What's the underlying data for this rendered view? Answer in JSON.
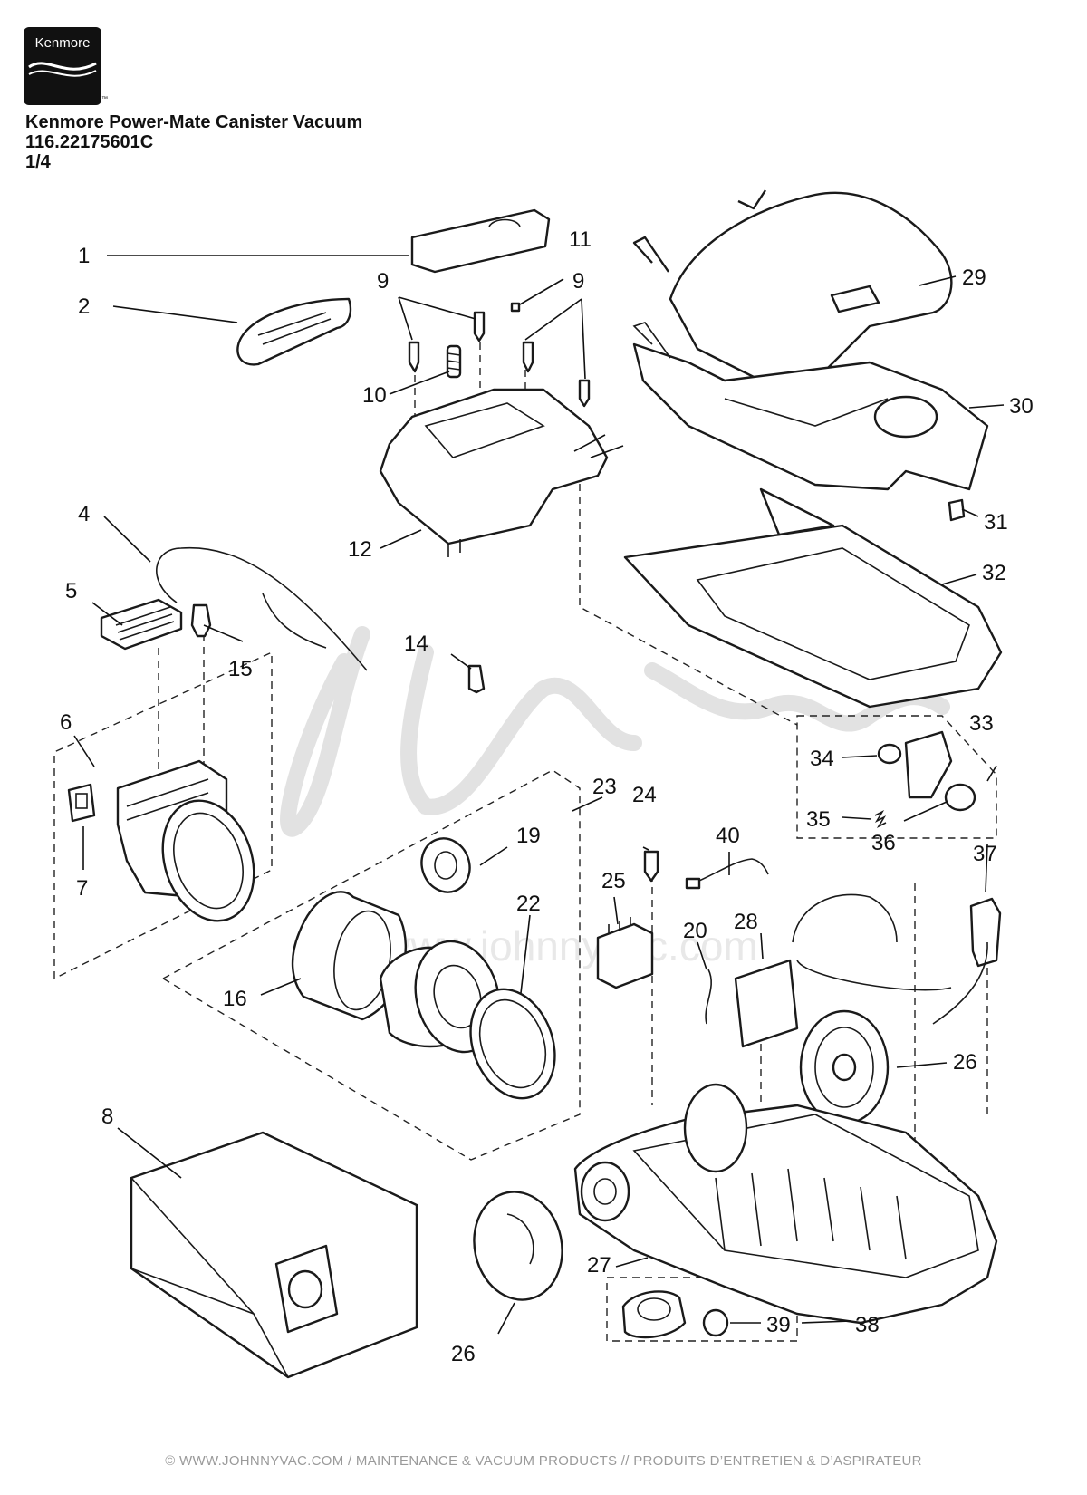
{
  "brand": {
    "logo_text": "Kenmore",
    "tm": "™"
  },
  "header": {
    "title": "Kenmore Power-Mate Canister Vacuum",
    "model": "116.22175601C",
    "page": "1/4"
  },
  "watermark": "www.johnnyvac.com",
  "callouts": [
    {
      "id": "1",
      "label": "1"
    },
    {
      "id": "2",
      "label": "2"
    },
    {
      "id": "4",
      "label": "4"
    },
    {
      "id": "5",
      "label": "5"
    },
    {
      "id": "6",
      "label": "6"
    },
    {
      "id": "7",
      "label": "7"
    },
    {
      "id": "8",
      "label": "8"
    },
    {
      "id": "9a",
      "label": "9"
    },
    {
      "id": "9b",
      "label": "9"
    },
    {
      "id": "10",
      "label": "10"
    },
    {
      "id": "11",
      "label": "11"
    },
    {
      "id": "12",
      "label": "12"
    },
    {
      "id": "14",
      "label": "14"
    },
    {
      "id": "15",
      "label": "15"
    },
    {
      "id": "16",
      "label": "16"
    },
    {
      "id": "19",
      "label": "19"
    },
    {
      "id": "20",
      "label": "20"
    },
    {
      "id": "22",
      "label": "22"
    },
    {
      "id": "23",
      "label": "23"
    },
    {
      "id": "24",
      "label": "24"
    },
    {
      "id": "25",
      "label": "25"
    },
    {
      "id": "26a",
      "label": "26"
    },
    {
      "id": "26b",
      "label": "26"
    },
    {
      "id": "27",
      "label": "27"
    },
    {
      "id": "28",
      "label": "28"
    },
    {
      "id": "29",
      "label": "29"
    },
    {
      "id": "30",
      "label": "30"
    },
    {
      "id": "31",
      "label": "31"
    },
    {
      "id": "32",
      "label": "32"
    },
    {
      "id": "33",
      "label": "33"
    },
    {
      "id": "34",
      "label": "34"
    },
    {
      "id": "35",
      "label": "35"
    },
    {
      "id": "36",
      "label": "36"
    },
    {
      "id": "37",
      "label": "37"
    },
    {
      "id": "38",
      "label": "38"
    },
    {
      "id": "39",
      "label": "39"
    },
    {
      "id": "40",
      "label": "40"
    }
  ],
  "footer": "© WWW.JOHNNYVAC.COM / MAINTENANCE & VACUUM PRODUCTS  //  PRODUITS D’ENTRETIEN & D’ASPIRATEUR"
}
